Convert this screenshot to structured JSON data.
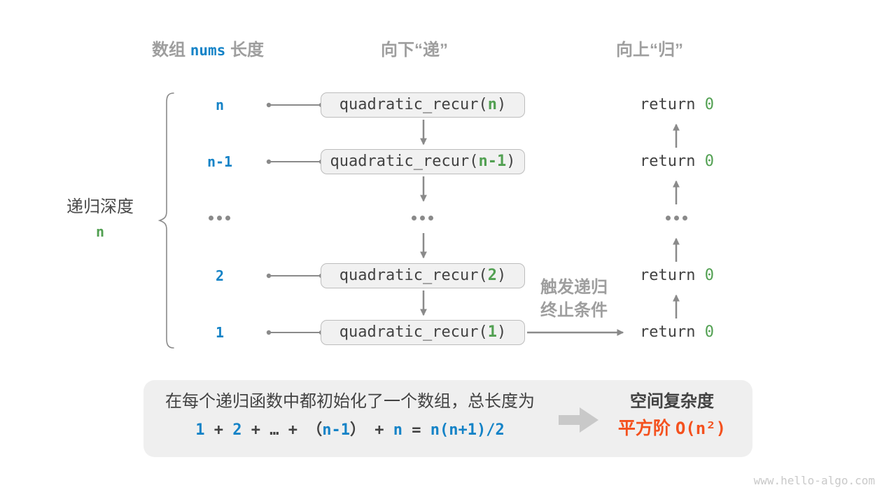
{
  "colors": {
    "blue": "#1583c7",
    "green": "#52a052",
    "orange": "#f4511e",
    "header_gray": "#9e9e9e",
    "dark": "#424242",
    "label_dark": "#4a4a4a",
    "line_gray": "#8a8a8a",
    "box_fill": "#f1f1f1",
    "box_border": "#bdbdbd",
    "panel_fill": "#efefef",
    "block_arrow": "#c9c9c9",
    "watermark": "#c9c9c9"
  },
  "headers": {
    "array_label_prefix": "数组 ",
    "array_var": "nums",
    "array_label_suffix": " 长度",
    "descend": "向下“递”",
    "ascend": "向上“归”"
  },
  "depth_label": {
    "title": "递归深度",
    "value": "n"
  },
  "rows": [
    {
      "depth": "n",
      "call_prefix": "quadratic_recur(",
      "call_arg": "n",
      "call_suffix": ")",
      "return_keyword": "return ",
      "return_value": "0"
    },
    {
      "depth": "n-1",
      "call_prefix": "quadratic_recur(",
      "call_arg": "n-1",
      "call_suffix": ")",
      "return_keyword": "return ",
      "return_value": "0"
    },
    {
      "ellipsis": "..."
    },
    {
      "depth": "2",
      "call_prefix": "quadratic_recur(",
      "call_arg": "2",
      "call_suffix": ")",
      "return_keyword": "return ",
      "return_value": "0"
    },
    {
      "depth": "1",
      "call_prefix": "quadratic_recur(",
      "call_arg": "1",
      "call_suffix": ")",
      "return_keyword": "return ",
      "return_value": "0"
    }
  ],
  "trigger_note": {
    "line1": "触发递归",
    "line2": "终止条件"
  },
  "panel": {
    "description": "在每个递归函数中都初始化了一个数组，总长度为",
    "formula_parts": [
      {
        "text": "1",
        "color": "blue"
      },
      {
        "text": " + ",
        "color": "dark"
      },
      {
        "text": "2",
        "color": "blue"
      },
      {
        "text": " + ",
        "color": "dark"
      },
      {
        "text": "…",
        "color": "dark"
      },
      {
        "text": " + ",
        "color": "dark"
      },
      {
        "text": "（",
        "color": "dark"
      },
      {
        "text": "n-1",
        "color": "blue"
      },
      {
        "text": "）",
        "color": "dark"
      },
      {
        "text": " + ",
        "color": "dark"
      },
      {
        "text": "n",
        "color": "blue"
      },
      {
        "text": " = ",
        "color": "dark"
      },
      {
        "text": "n(n+1)/2",
        "color": "blue"
      }
    ],
    "complexity_title": "空间复杂度",
    "complexity_class": "平方阶",
    "complexity_expr": "O(n²)"
  },
  "watermark": "www.hello-algo.com"
}
